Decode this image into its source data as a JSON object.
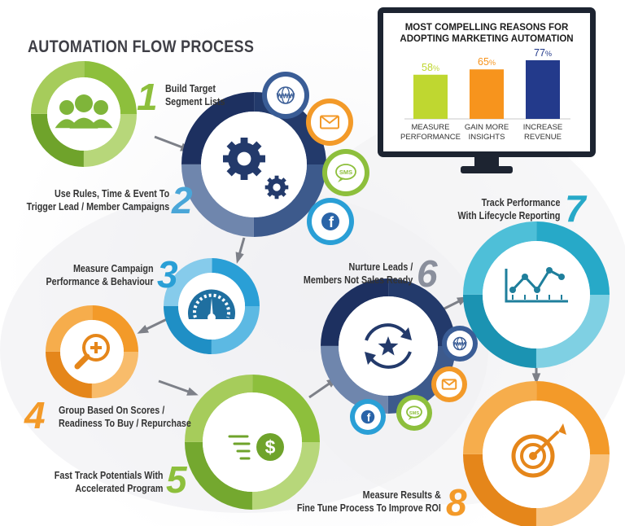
{
  "title": "AUTOMATION FLOW PROCESS",
  "steps": [
    {
      "num": "1",
      "lines": [
        "Build Target",
        "Segment Lists"
      ]
    },
    {
      "num": "2",
      "lines": [
        "Use Rules, Time & Event To",
        "Trigger Lead / Member Campaigns"
      ]
    },
    {
      "num": "3",
      "lines": [
        "Measure Campaign",
        "Performance & Behaviour"
      ]
    },
    {
      "num": "4",
      "lines": [
        "Group Based On Scores /",
        "Readiness To Buy / Repurchase"
      ]
    },
    {
      "num": "5",
      "lines": [
        "Fast Track Potentials With",
        "Accelerated Program"
      ]
    },
    {
      "num": "6",
      "lines": [
        "Nurture Leads /",
        "Members Not Sales Ready"
      ]
    },
    {
      "num": "7",
      "lines": [
        "Track Performance",
        "With Lifecycle Reporting"
      ]
    },
    {
      "num": "8",
      "lines": [
        "Measure Results &",
        "Fine Tune Process To Improve ROI"
      ]
    }
  ],
  "channel_icons": {
    "www": "WWW",
    "sms": "SMS",
    "facebook": "f",
    "email": "email-icon"
  },
  "icons": [
    "people-icon",
    "gears-icon",
    "speedometer-icon",
    "magnifier-plus-icon",
    "dollar-speed-icon",
    "cycle-star-icon",
    "line-chart-icon",
    "target-arrow-icon"
  ],
  "colors": {
    "green": "#8dbf3c",
    "blue": "#2a9fd6",
    "navy": "#233a6b",
    "orange": "#f39a29",
    "teal": "#27a9c8",
    "dark": "#1d2431"
  },
  "chart_data": {
    "type": "bar",
    "title": "MOST COMPELLING REASONS FOR ADOPTING  MARKETING AUTOMATION",
    "title_lines": [
      "MOST COMPELLING REASONS FOR",
      "ADOPTING  MARKETING AUTOMATION"
    ],
    "categories": [
      [
        "MEASURE",
        "PERFORMANCE"
      ],
      [
        "GAIN MORE",
        "INSIGHTS"
      ],
      [
        "INCREASE",
        "REVENUE"
      ]
    ],
    "values": [
      58,
      65,
      77
    ],
    "value_labels": [
      "58",
      "65",
      "77"
    ],
    "unit": "%",
    "colors": [
      "#bfd730",
      "#f7941d",
      "#233a8b"
    ],
    "ylim": [
      0,
      100
    ],
    "grid": false,
    "legend": "none"
  }
}
